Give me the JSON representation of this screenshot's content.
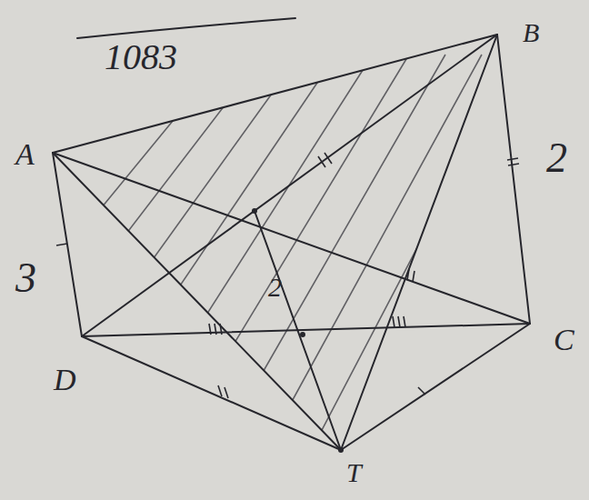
{
  "diagram": {
    "labels": [
      "1083",
      "A",
      "B",
      "C",
      "D",
      "T",
      "3",
      "2",
      "2"
    ]
  }
}
